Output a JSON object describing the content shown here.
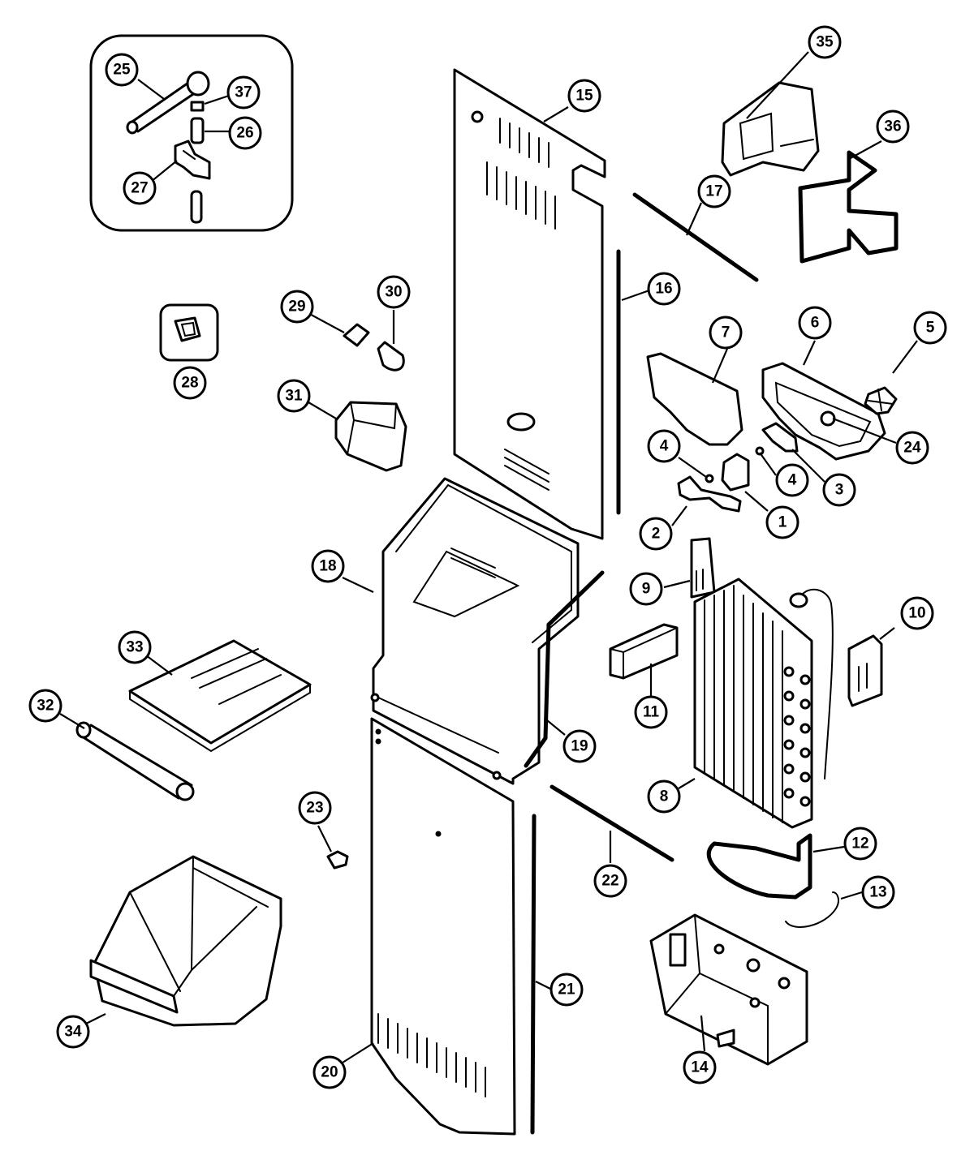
{
  "diagram": {
    "callouts": [
      {
        "id": "c1",
        "label": "1"
      },
      {
        "id": "c2",
        "label": "2"
      },
      {
        "id": "c3",
        "label": "3"
      },
      {
        "id": "c4a",
        "label": "4"
      },
      {
        "id": "c4b",
        "label": "4"
      },
      {
        "id": "c5",
        "label": "5"
      },
      {
        "id": "c6",
        "label": "6"
      },
      {
        "id": "c7",
        "label": "7"
      },
      {
        "id": "c8",
        "label": "8"
      },
      {
        "id": "c9",
        "label": "9"
      },
      {
        "id": "c10",
        "label": "10"
      },
      {
        "id": "c11",
        "label": "11"
      },
      {
        "id": "c12",
        "label": "12"
      },
      {
        "id": "c13",
        "label": "13"
      },
      {
        "id": "c14",
        "label": "14"
      },
      {
        "id": "c15",
        "label": "15"
      },
      {
        "id": "c16",
        "label": "16"
      },
      {
        "id": "c17",
        "label": "17"
      },
      {
        "id": "c18",
        "label": "18"
      },
      {
        "id": "c19",
        "label": "19"
      },
      {
        "id": "c20",
        "label": "20"
      },
      {
        "id": "c21",
        "label": "21"
      },
      {
        "id": "c22",
        "label": "22"
      },
      {
        "id": "c23",
        "label": "23"
      },
      {
        "id": "c24",
        "label": "24"
      },
      {
        "id": "c25",
        "label": "25"
      },
      {
        "id": "c26",
        "label": "26"
      },
      {
        "id": "c27",
        "label": "27"
      },
      {
        "id": "c28",
        "label": "28"
      },
      {
        "id": "c29",
        "label": "29"
      },
      {
        "id": "c30",
        "label": "30"
      },
      {
        "id": "c31",
        "label": "31"
      },
      {
        "id": "c32",
        "label": "32"
      },
      {
        "id": "c33",
        "label": "33"
      },
      {
        "id": "c34",
        "label": "34"
      },
      {
        "id": "c35",
        "label": "35"
      },
      {
        "id": "c36",
        "label": "36"
      },
      {
        "id": "c37",
        "label": "37"
      }
    ]
  }
}
